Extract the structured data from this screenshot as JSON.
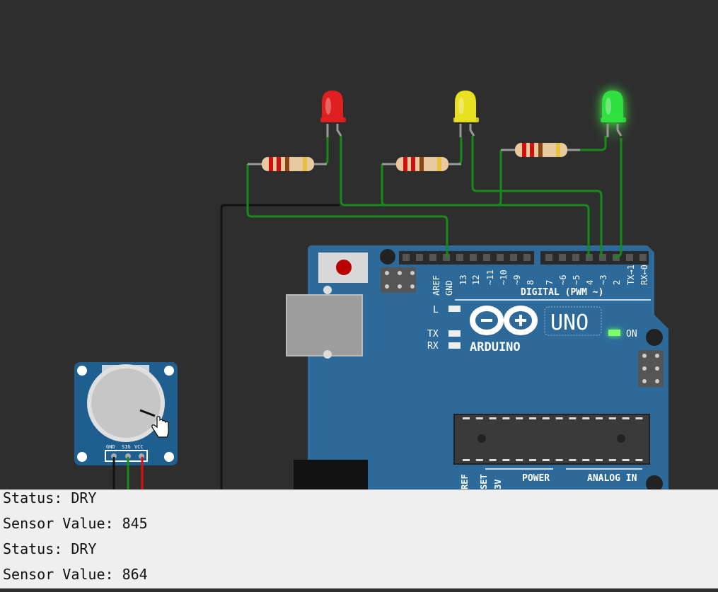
{
  "board": {
    "brand": "ARDUINO",
    "model": "UNO",
    "on_label": "ON",
    "led_labels": [
      "L",
      "TX",
      "RX"
    ],
    "digital_label": "DIGITAL (PWM ~)",
    "pin_labels": [
      "AREF",
      "GND",
      "13",
      "12",
      "~11",
      "~10",
      "~9",
      "8",
      "7",
      "~6",
      "~5",
      "4",
      "~3",
      "2",
      "TX→1",
      "RX←0"
    ],
    "power_label": "POWER",
    "analog_label": "ANALOG IN",
    "bottom_pin_labels": [
      "REF",
      "SET",
      "3V"
    ]
  },
  "potentiometer": {
    "pin_labels": [
      "GND",
      "SIG",
      "VCC"
    ]
  },
  "leds": [
    {
      "color": "#e02020"
    },
    {
      "color": "#e8e020"
    },
    {
      "color": "#30e040"
    }
  ],
  "wire_color": "#178a17",
  "serial_monitor": {
    "lines": [
      "Status: DRY",
      "Sensor Value: 845",
      "Status: DRY",
      "Sensor Value: 864"
    ]
  }
}
